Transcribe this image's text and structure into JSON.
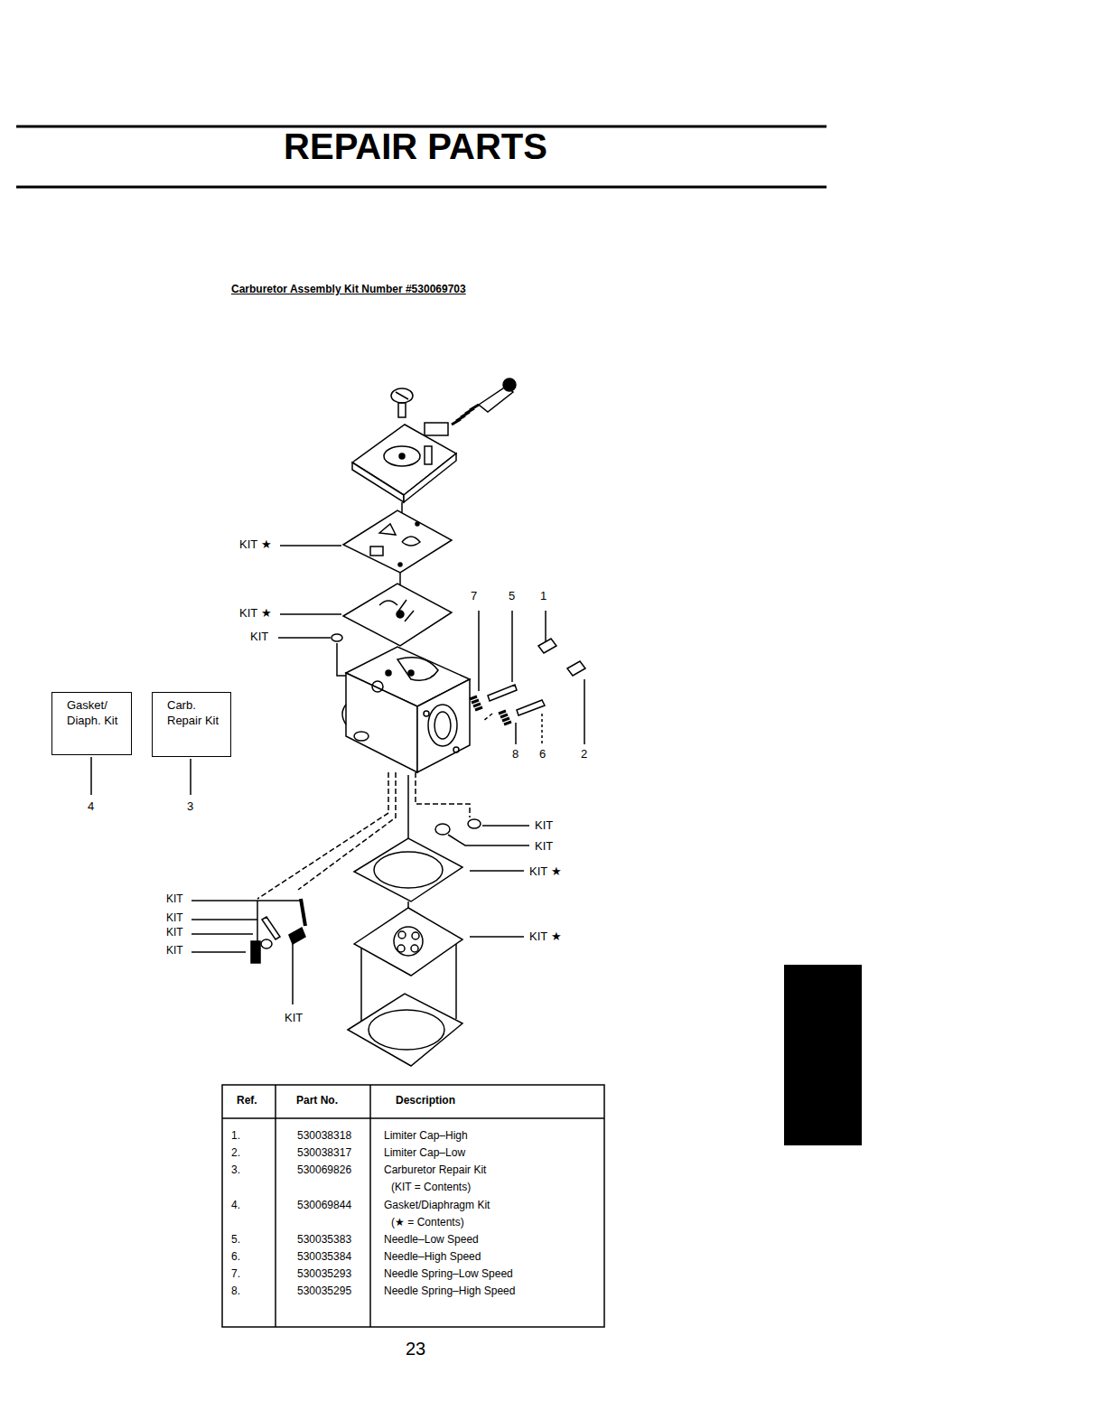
{
  "diagram": {
    "title": "REPAIR PARTS",
    "nodes": [
      {
        "text": [
          "Gasket/ Diaph. Kit"
        ]
      },
      {
        "text": [
          "Carb. Repair Kit"
        ]
      }
    ],
    "labels": [
      "Carburetor Assembly Kit Number #530069703",
      "KIT ★",
      "KIT ★",
      "KIT",
      "7",
      "5",
      "1",
      "8",
      "6",
      "2",
      "4",
      "3",
      "KIT",
      "KIT",
      "KIT ★",
      "KIT ★",
      "KIT",
      "KIT",
      "KIT",
      "KIT",
      "KIT",
      "Ref.",
      "Part No.",
      "Description",
      "1.",
      "530038318",
      "Limiter Cap–High",
      "2.",
      "530038317",
      "Limiter Cap–Low",
      "3.",
      "530069826",
      "Carburetor Repair Kit",
      "(KIT = Contents)",
      "4.",
      "530069844",
      "Gasket/Diaphragm Kit",
      "(★ = Contents)",
      "5.",
      "530035383",
      "Needle–Low Speed",
      "6.",
      "530035384",
      "Needle–High Speed",
      "7.",
      "530035293",
      "Needle Spring–Low Speed",
      "8.",
      "530035295",
      "Needle Spring–High Speed",
      "23"
    ]
  }
}
